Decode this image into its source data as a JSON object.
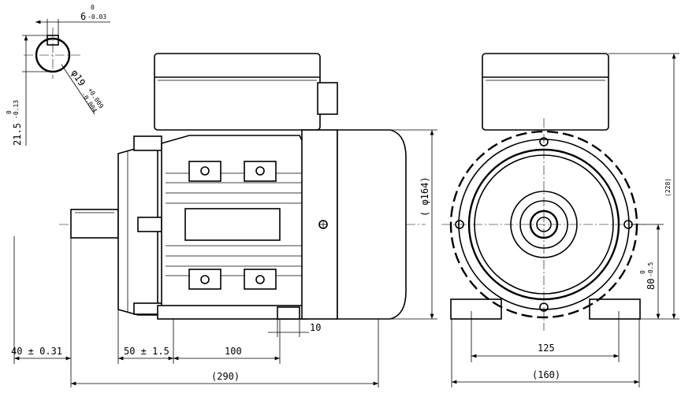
{
  "title": "Motor outline dimension drawing",
  "key_detail": {
    "key_width": "6",
    "key_width_upper": "0",
    "key_width_lower": "-0.03",
    "shaft_diameter": "φ19",
    "shaft_upper": "+0.009",
    "shaft_lower": "-0.004",
    "key_height": "21.5",
    "key_height_upper": "0",
    "key_height_lower": "-0.13"
  },
  "side_view": {
    "frame_diameter": "( φ164)",
    "foot_hole": "10",
    "shaft_length": "40 ± 0.31",
    "shaft_to_foot": "50 ± 1.5",
    "foot_spacing": "100",
    "overall_length": "(290)"
  },
  "front_view": {
    "overall_height": "(228)",
    "shaft_height": "80",
    "shaft_height_upper": "0",
    "shaft_height_lower": "-0.5",
    "foot_hole_spacing": "125",
    "overall_width": "(160)"
  }
}
